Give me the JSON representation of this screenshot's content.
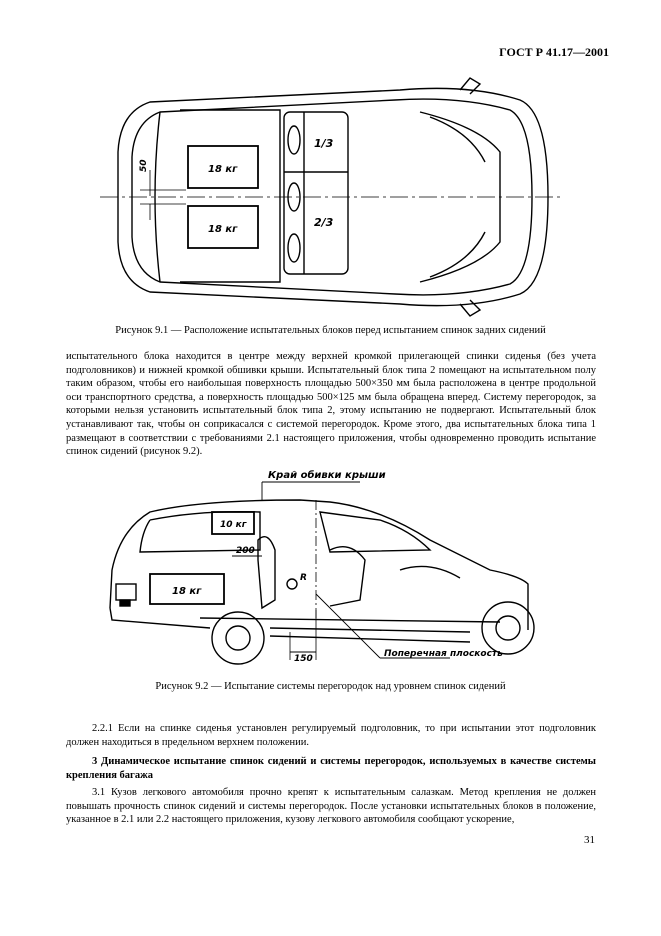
{
  "header": {
    "standard": "ГОСТ Р 41.17—2001"
  },
  "figure1": {
    "caption": "Рисунок 9.1 — Расположение испытательных блоков перед испытанием спинок задних сидений",
    "label_block_top": "18 кг",
    "label_block_bottom": "18 кг",
    "label_dim": "50",
    "label_one_third": "1/3",
    "label_two_thirds": "2/3"
  },
  "paragraph1": "испытательного блока находится в центре между верхней кромкой прилегающей спинки сиденья (без учета подголовников) и нижней кромкой обшивки крыши. Испытательный блок типа 2 помещают на испытательном полу таким образом, чтобы его наибольшая поверхность площадью 500×350 мм была расположена в центре продольной оси транспортного средства, а поверхность площадью 500×125 мм была обращена вперед. Систему перегородок, за которыми нельзя установить испытательный блок типа 2, этому испытанию не подвергают. Испытательный блок устанавливают так, чтобы он соприкасался с системой перегородок. Кроме этого, два испытательных блока типа 1 размещают в соответствии с требованиями 2.1 настоящего приложения, чтобы одновременно проводить испытание спинок сидений (рисунок 9.2).",
  "figure2": {
    "caption": "Рисунок 9.2 — Испытание системы перегородок над уровнем спинок сидений",
    "label_roof_edge": "Край обивки крыши",
    "label_block_small": "10 кг",
    "label_block_large": "18 кг",
    "label_dim_200": "200",
    "label_dim_150": "150",
    "label_r": "R",
    "label_plane": "Поперечная плоскость"
  },
  "paragraph_221": "2.2.1 Если на спинке сиденья установлен регулируемый подголовник, то при испытании этот подголовник должен находиться в предельном верхнем положении.",
  "section3_title": "3 Динамическое испытание спинок сидений и системы перегородок, используемых в качестве системы крепления багажа",
  "paragraph_31": "3.1 Кузов легкового автомобиля прочно крепят к испытательным салазкам. Метод крепления не должен повышать прочность спинок сидений и системы перегородок. После установки испытательных блоков в положение, указанное в 2.1 или 2.2 настоящего приложения, кузову легкового автомобиля сообщают ускорение,",
  "page_number": "31"
}
